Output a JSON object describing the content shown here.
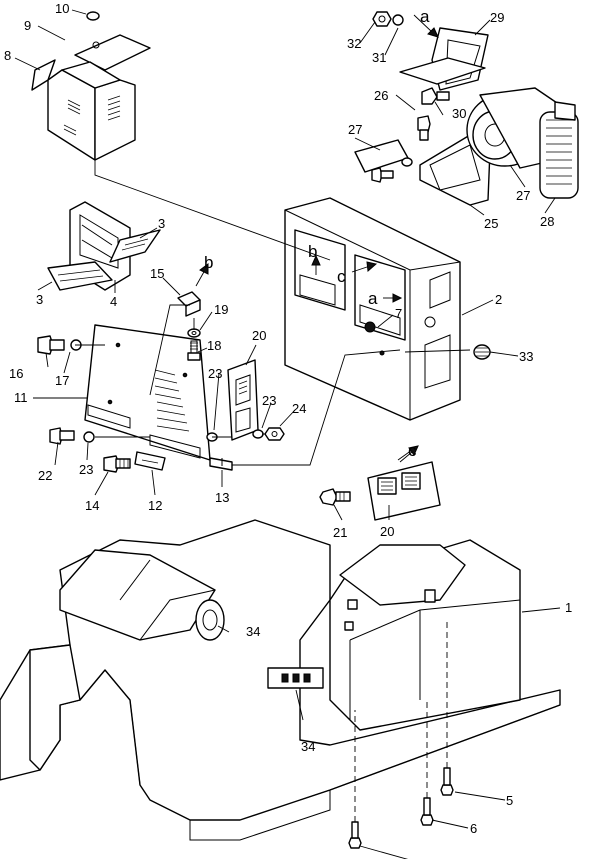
{
  "labels": {
    "l1": "1",
    "l2": "2",
    "l3a": "3",
    "l3b": "3",
    "l4": "4",
    "l5": "5",
    "l6": "6",
    "l7": "7",
    "l8": "8",
    "l9": "9",
    "l10": "10",
    "l11": "11",
    "l12": "12",
    "l13": "13",
    "l14": "14",
    "l15": "15",
    "l16": "16",
    "l17": "17",
    "l18": "18",
    "l19": "19",
    "l20a": "20",
    "l20b": "20",
    "l21": "21",
    "l22": "22",
    "l23a": "23",
    "l23b": "23",
    "l23c": "23",
    "l24": "24",
    "l25": "25",
    "l26": "26",
    "l27a": "27",
    "l27b": "27",
    "l28": "28",
    "l29": "29",
    "l30": "30",
    "l31": "31",
    "l32": "32",
    "l33": "33",
    "l34a": "34",
    "l34b": "34"
  },
  "refs": {
    "a_top": "a",
    "a_mid": "a",
    "b_top": "b",
    "b_mid": "b",
    "c_top": "c",
    "c_mid": "c"
  }
}
